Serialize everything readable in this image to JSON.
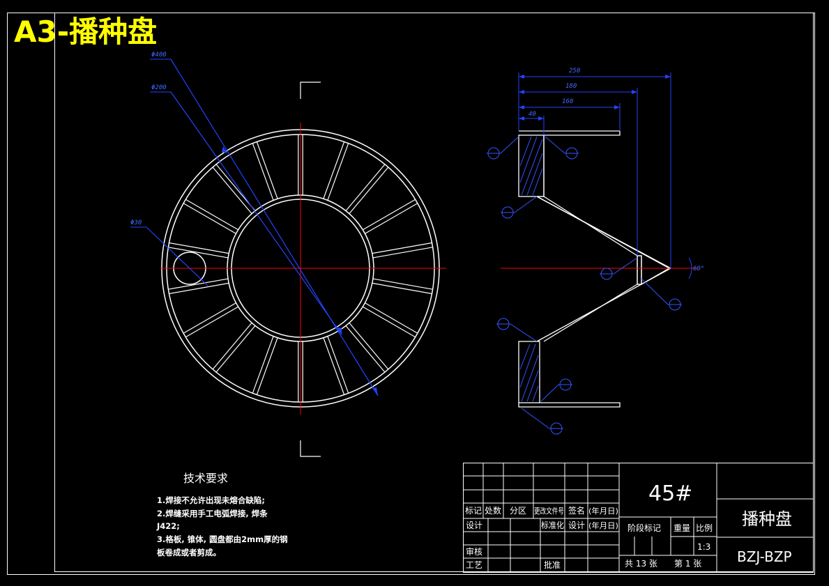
{
  "sheet": {
    "title": "A3-播种盘",
    "title_color": "#ffff00"
  },
  "colors": {
    "background": "#000000",
    "outline": "#ffffff",
    "centerline": "#ff0000",
    "dimension": "#2244ff",
    "hatch": "#3355ff"
  },
  "front_view": {
    "dims": {
      "d400": "Φ400",
      "d200": "Φ200",
      "d30": "Φ30"
    },
    "rib_count": 18
  },
  "side_view": {
    "dims": {
      "d250": "250",
      "d180": "180",
      "d160": "160",
      "d40": "40",
      "angle": "60°"
    }
  },
  "tech_requirements": {
    "heading": "技术要求",
    "lines": [
      "1.焊接不允许出现未熔合缺陷;",
      "2.焊缝采用手工电弧焊接, 焊条",
      "J422;",
      "3.格板, 锥体, 圆盘都由2mm厚的钢",
      "板卷成或者剪成。"
    ]
  },
  "title_block": {
    "material": "45#",
    "part_name": "播种盘",
    "drawing_no": "BZJ-BZP",
    "row_labels": [
      "标记",
      "处数",
      "分区",
      "更改文件号",
      "签名",
      "(年月日)"
    ],
    "design": "设计",
    "standardize": "标准化",
    "sign2": "设计",
    "date2": "(年月日)",
    "stage_mark": "阶段标记",
    "weight": "重量",
    "scale_label": "比例",
    "scale_value": "1:3",
    "review": "审核",
    "process": "工艺",
    "approve": "批准",
    "sheets_total": "共 13 张",
    "sheet_no": "第 1 张"
  }
}
